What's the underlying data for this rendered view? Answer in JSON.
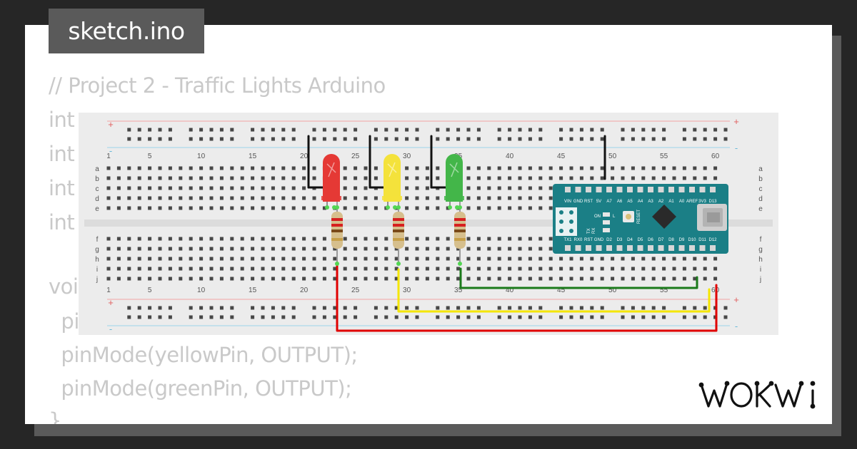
{
  "editor": {
    "filename": "sketch.ino",
    "code_lines": [
      "// Project 2 - Traffic Lights Arduino",
      "int",
      "int",
      "int",
      "int",
      "",
      "voi",
      "  pinMode(redPin, OUTPUT);",
      "  pinMode(yellowPin, OUTPUT);",
      "  pinMode(greenPin, OUTPUT);",
      "}"
    ]
  },
  "breadboard": {
    "column_numbers": [
      "1",
      "5",
      "10",
      "15",
      "20",
      "25",
      "30",
      "35",
      "40",
      "45",
      "50",
      "55",
      "60"
    ],
    "row_letters_top": [
      "a",
      "b",
      "c",
      "d",
      "e"
    ],
    "row_letters_bottom": [
      "f",
      "g",
      "h",
      "i",
      "j"
    ],
    "rail_plus": "+",
    "rail_minus": "-"
  },
  "leds": [
    {
      "name": "red-led",
      "color": "#e53935"
    },
    {
      "name": "yellow-led",
      "color": "#f4e23b"
    },
    {
      "name": "green-led",
      "color": "#43b649"
    }
  ],
  "wires": {
    "red": "#e00000",
    "yellow": "#f5e600",
    "green": "#1b7a1b",
    "black": "#111111"
  },
  "arduino": {
    "board_color": "#1b7f86",
    "top_pins": [
      "D13",
      "3V3",
      "AREF",
      "A0",
      "A1",
      "A2",
      "A3",
      "A4",
      "A5",
      "A6",
      "A7",
      "5V",
      "RST",
      "GND",
      "VIN"
    ],
    "bottom_pins": [
      "D12",
      "D11",
      "D10",
      "D9",
      "D8",
      "D7",
      "D6",
      "D5",
      "D4",
      "D3",
      "D2",
      "GND",
      "RST",
      "RX0",
      "TX1"
    ],
    "labels": {
      "reset": "RESET",
      "on": "ON",
      "l": "L",
      "tx": "TX",
      "rx": "RX"
    }
  },
  "brand": {
    "logo_text": "WOKWI"
  }
}
